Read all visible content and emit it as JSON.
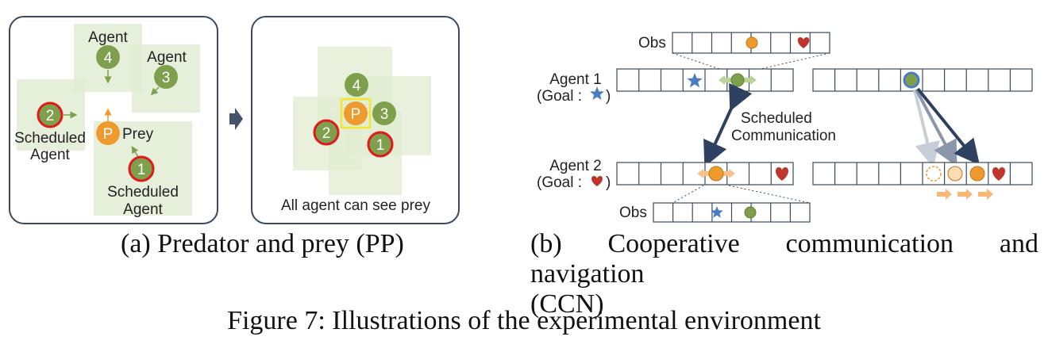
{
  "panel_a": {
    "agent4_label": "Agent",
    "agent4_id": "4",
    "agent3_label": "Agent",
    "agent3_id": "3",
    "agent2_id": "2",
    "agent2_label_line1": "Scheduled",
    "agent2_label_line2": "Agent",
    "prey_id": "P",
    "prey_label": "Prey",
    "agent1_id": "1",
    "agent1_label_line1": "Scheduled",
    "agent1_label_line2": "Agent"
  },
  "panel_a2": {
    "agent4_id": "4",
    "prey_id": "P",
    "agent3_id": "3",
    "agent2_id": "2",
    "agent1_id": "1",
    "label": "All agent can see prey"
  },
  "panel_b": {
    "obs_top_label": "Obs",
    "agent1_line1": "Agent 1",
    "agent1_line2_prefix": "(Goal : ",
    "agent1_line2_suffix": ")",
    "agent2_line1": "Agent 2",
    "agent2_line2_prefix": "(Goal : ",
    "agent2_line2_suffix": ")",
    "comm_line1": "Scheduled",
    "comm_line2": "Communication",
    "obs_bottom_label": "Obs"
  },
  "captions": {
    "a": "(a) Predator and prey (PP)",
    "b_line1": "(b) Cooperative communication and navigation",
    "b_line2": "(CCN)",
    "figure": "Figure 7: Illustrations of the experimental environment"
  },
  "colors": {
    "agent_green": "#7ea04d",
    "vision_green": "#e2ecd2",
    "prey_orange": "#ef9a2e",
    "scheduled_red": "#e0191b",
    "highlight_yellow": "#f3e62c",
    "star_blue": "#4a7cc4",
    "heart_red": "#c0352b",
    "arrow_navy": "#2f4160"
  }
}
